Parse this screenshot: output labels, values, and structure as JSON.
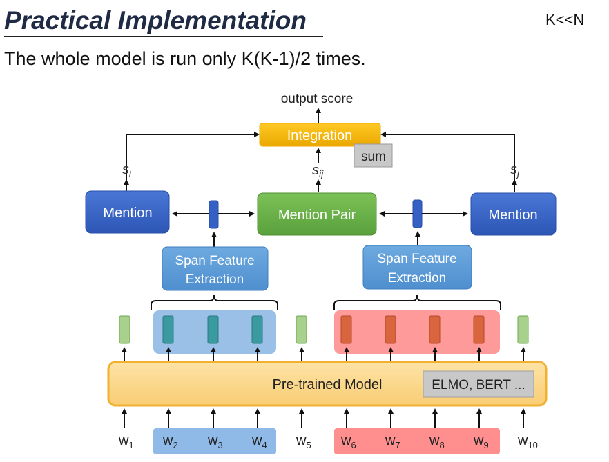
{
  "slide": {
    "title": "Practical Implementation",
    "corner_note": "K<<N",
    "subtitle": "The whole model is run only K(K-1)/2 times."
  },
  "diagram": {
    "output_label": "output score",
    "integration_label": "Integration",
    "sum_label": "sum",
    "score_left": "s",
    "score_left_sub": "i",
    "score_mid": "s",
    "score_mid_sub": "ij",
    "score_right": "s",
    "score_right_sub": "j",
    "mention_left": "Mention",
    "mention_pair": "Mention Pair",
    "mention_right": "Mention",
    "span_left_line1": "Span Feature",
    "span_left_line2": "Extraction",
    "span_right_line1": "Span Feature",
    "span_right_line2": "Extraction",
    "pretrained_label": "Pre-trained Model",
    "pretrained_examples": "ELMO, BERT ...",
    "tokens": [
      {
        "w": "w",
        "sub": "1"
      },
      {
        "w": "w",
        "sub": "2"
      },
      {
        "w": "w",
        "sub": "3"
      },
      {
        "w": "w",
        "sub": "4"
      },
      {
        "w": "w",
        "sub": "5"
      },
      {
        "w": "w",
        "sub": "6"
      },
      {
        "w": "w",
        "sub": "7"
      },
      {
        "w": "w",
        "sub": "8"
      },
      {
        "w": "w",
        "sub": "9"
      },
      {
        "w": "w",
        "sub": "10"
      }
    ],
    "colors": {
      "mention_blue": "#3b64c8",
      "mention_pair_green": "#6ab04c",
      "integration_orange": "#f5b800",
      "span_box_blue": "#5b9bd5",
      "span_highlight_blue": "#8fb9e6",
      "span_highlight_red": "#ff8f8f",
      "pretrained_fill": "#fdd98e",
      "pretrained_border": "#f0b030",
      "sum_gray": "#c8c8c8"
    }
  }
}
